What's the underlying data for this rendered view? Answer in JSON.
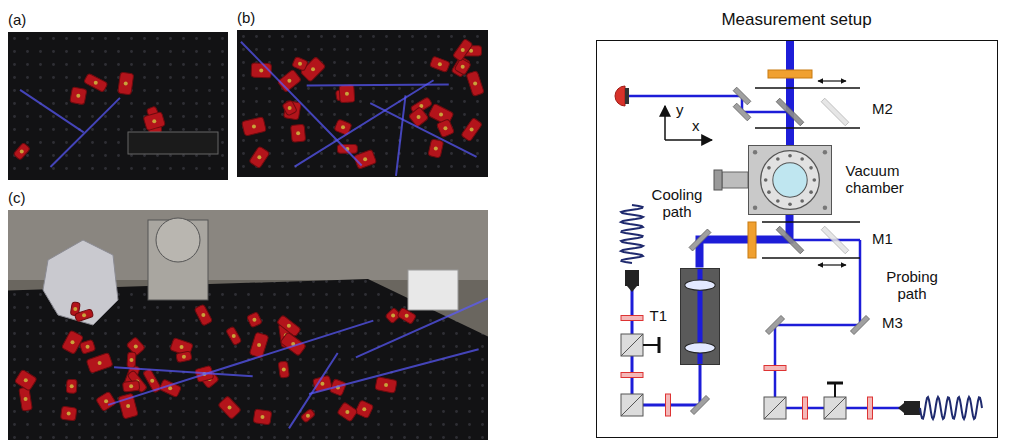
{
  "diagram": {
    "nodes": [
      {
        "text": [
          "(a)"
        ]
      },
      {
        "text": [
          "(b)"
        ]
      },
      {
        "text": [
          "(c)"
        ]
      },
      {
        "text": [
          "Measurement setup"
        ]
      },
      {
        "text": [
          "Vacuum chamber"
        ],
        "in": 3
      },
      {
        "text": [
          "T1"
        ],
        "in": 3
      }
    ],
    "edges": [
      {
        "from": 5,
        "to": 4,
        "arrow": "none"
      }
    ],
    "labels": [
      "y",
      "x",
      "M2",
      "Cooling path",
      "M1",
      "Probing path",
      "M3"
    ]
  }
}
